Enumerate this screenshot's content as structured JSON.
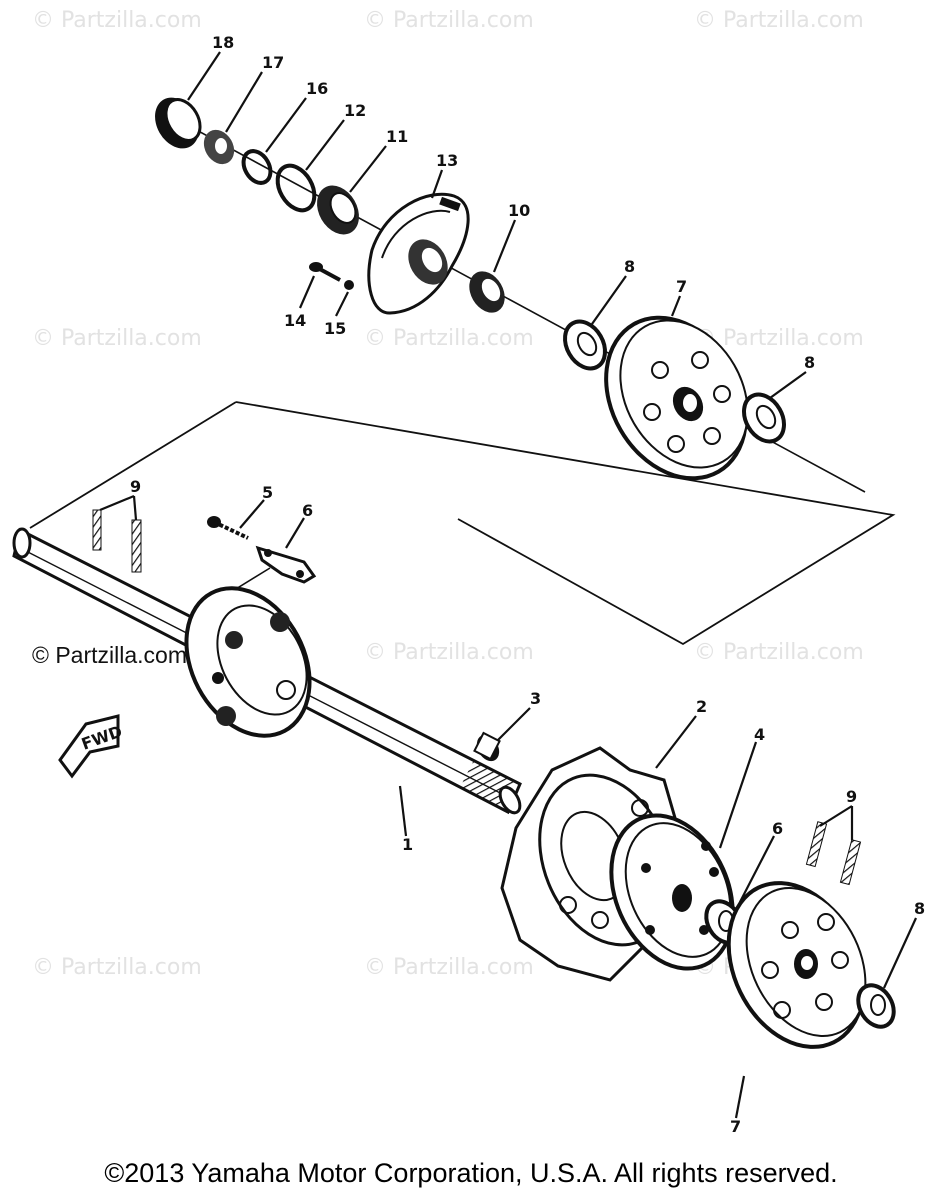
{
  "watermarks": {
    "text": "© Partzilla.com",
    "highlighted": "© Partzilla.com"
  },
  "copyright": "©2013 Yamaha Motor Corporation, U.S.A. All rights reserved.",
  "callouts": {
    "c1": "1",
    "c2": "2",
    "c3": "3",
    "c4": "4",
    "c5": "5",
    "c6": "6",
    "c6b": "6",
    "c7": "7",
    "c7b": "7",
    "c8": "8",
    "c8b": "8",
    "c8c": "8",
    "c9": "9",
    "c9b": "9",
    "c10": "10",
    "c11": "11",
    "c12": "12",
    "c13": "13",
    "c14": "14",
    "c15": "15",
    "c16": "16",
    "c17": "17",
    "c18": "18"
  },
  "fwd_label": "FWD"
}
